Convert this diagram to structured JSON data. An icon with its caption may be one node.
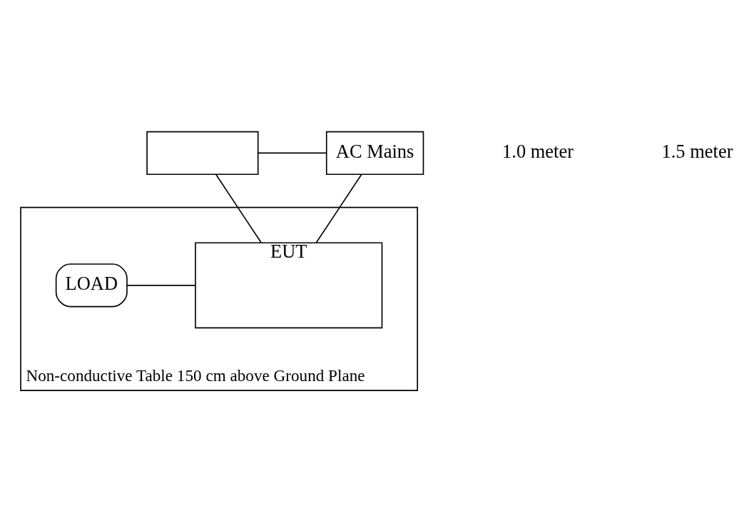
{
  "diagram": {
    "nodes": [
      {
        "text": [],
        "shape": "box"
      },
      {
        "text": [
          "AC Mains"
        ]
      },
      {
        "text": [
          "Non-conductive Table 150 cm above Ground Plane"
        ]
      },
      {
        "text": [
          "LOAD"
        ],
        "in": 2
      },
      {
        "text": [
          "EUT"
        ],
        "in": 2
      }
    ],
    "edges": [
      {
        "from": 0,
        "to": 1,
        "arrow": "none"
      },
      {
        "from": 0,
        "to": 4,
        "arrow": "none"
      },
      {
        "from": 1,
        "to": 4,
        "arrow": "none"
      },
      {
        "from": 3,
        "to": 4,
        "arrow": "none"
      }
    ],
    "labels": [
      "1.0 meter",
      "1.5 meter"
    ]
  }
}
